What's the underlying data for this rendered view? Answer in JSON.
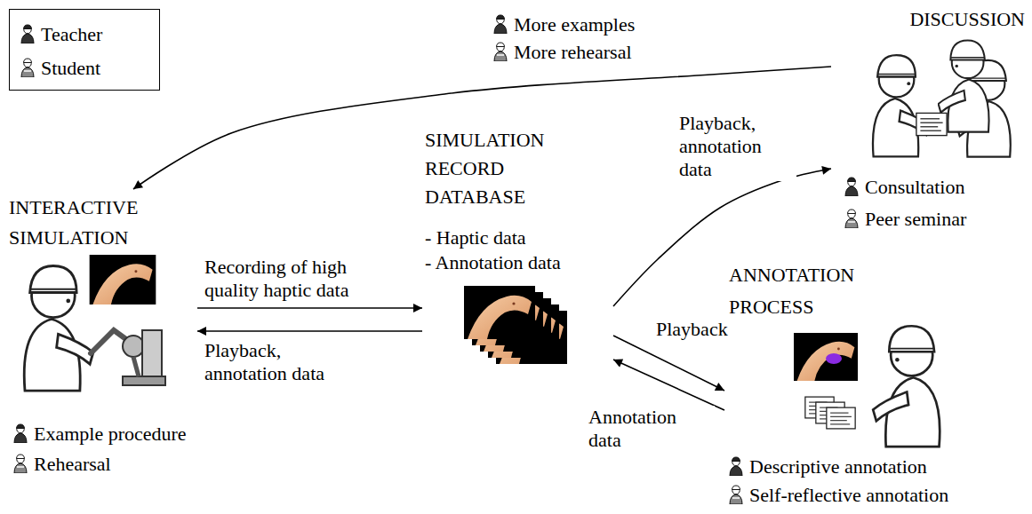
{
  "diagram": {
    "nodes": [
      {
        "text": [
          "INTERACTIVE SIMULATION",
          "Example procedure",
          "Rehearsal"
        ]
      },
      {
        "text": [
          "SIMULATION RECORD DATABASE",
          "- Haptic data",
          "- Annotation data"
        ]
      },
      {
        "text": [
          "ANNOTATION PROCESS",
          "Descriptive annotation",
          "Self-reflective annotation"
        ]
      },
      {
        "text": [
          "DISCUSSION",
          "Consultation",
          "Peer seminar"
        ]
      }
    ],
    "edges": [
      {
        "from": 0,
        "to": 1,
        "label": "Recording of high quality haptic data",
        "arrow": "to"
      },
      {
        "from": 1,
        "to": 0,
        "label": "Playback, annotation data",
        "arrow": "to"
      },
      {
        "from": 1,
        "to": 3,
        "label": "Playback, annotation data",
        "arrow": "to"
      },
      {
        "from": 1,
        "to": 2,
        "label": "Playback",
        "arrow": "to"
      },
      {
        "from": 2,
        "to": 1,
        "label": "Annotation data",
        "arrow": "to"
      },
      {
        "from": 3,
        "to": 0,
        "arrow": "to"
      }
    ],
    "labels": [
      "More examples",
      "More rehearsal"
    ],
    "legend": [
      {
        "text": "Teacher"
      },
      {
        "text": "Student"
      }
    ]
  }
}
